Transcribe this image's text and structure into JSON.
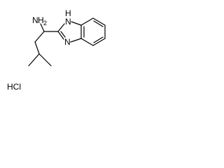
{
  "structure": {
    "labels": {
      "amine_n": "N",
      "amine_h2": "H",
      "amine_sub": "2",
      "imidazole_nh_h": "H",
      "imidazole_nh_n": "N",
      "imidazole_n": "N",
      "salt": "HCl"
    }
  }
}
